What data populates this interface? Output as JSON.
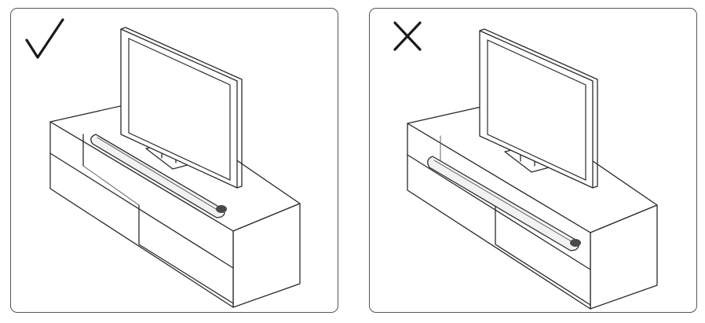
{
  "panels": [
    {
      "id": "correct",
      "mark": "check-mark-icon",
      "soundbar_position": "top-of-stand"
    },
    {
      "id": "incorrect",
      "mark": "cross-mark-icon",
      "soundbar_position": "inside-shelf"
    }
  ],
  "colors": {
    "line": "#2b2b2b",
    "border": "#555555",
    "background": "#ffffff"
  }
}
